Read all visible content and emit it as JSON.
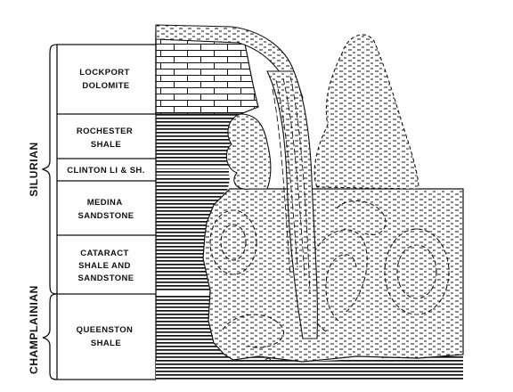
{
  "systems": [
    {
      "id": "silurian",
      "label": "SILURIAN"
    },
    {
      "id": "champlainian",
      "label": "CHAMPLAINIAN"
    }
  ],
  "strata": [
    {
      "id": "lockport",
      "lines": [
        "LOCKPORT",
        "DOLOMITE"
      ]
    },
    {
      "id": "rochester",
      "lines": [
        "ROCHESTER",
        "SHALE"
      ]
    },
    {
      "id": "clinton",
      "lines": [
        "CLINTON LI & SH."
      ]
    },
    {
      "id": "medina",
      "lines": [
        "MEDINA",
        "SANDSTONE"
      ]
    },
    {
      "id": "cataract",
      "lines": [
        "CATARACT",
        "SHALE AND",
        "SANDSTONE"
      ]
    },
    {
      "id": "queenston",
      "lines": [
        "QUEENSTON",
        "SHALE"
      ]
    }
  ]
}
